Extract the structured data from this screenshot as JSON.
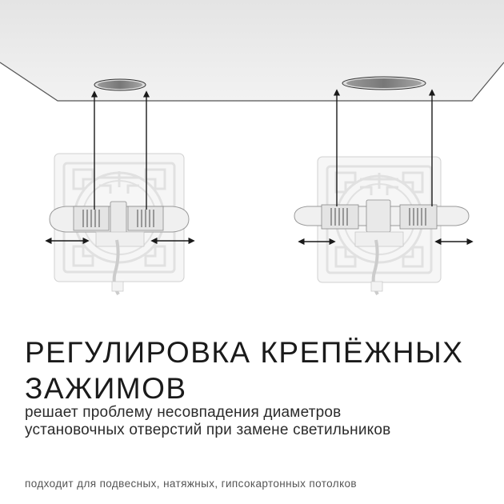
{
  "headline": {
    "line1": "РЕГУЛИРОВКА КРЕПЁЖНЫХ",
    "line2": "ЗАЖИМОВ"
  },
  "subtitle": {
    "line1": "решает проблему несовпадения диаметров",
    "line2": "установочных отверстий при замене светильников"
  },
  "footnote": "подходит для подвесных, натяжных, гипсокартонных потолков",
  "colors": {
    "ceiling": "#ebebeb",
    "panel": "#f7f7f7",
    "arrow": "#1a1a1a",
    "text": "#1a1a1a"
  }
}
